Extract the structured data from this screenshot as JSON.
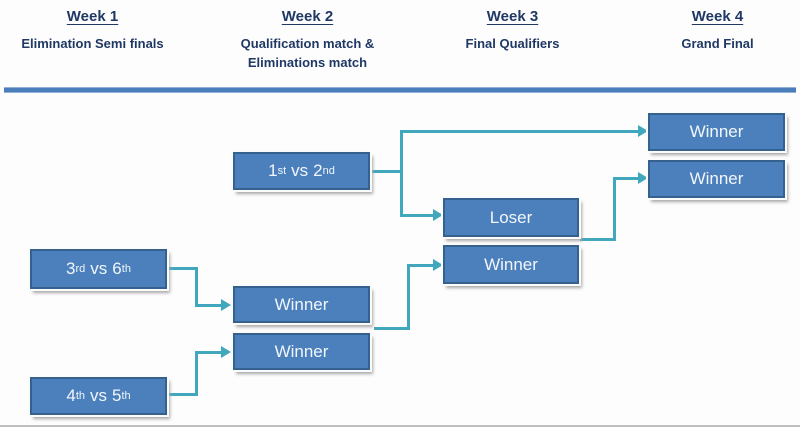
{
  "header": {
    "columns": [
      {
        "title": "Week 1",
        "subtitle": "Elimination Semi finals"
      },
      {
        "title": "Week 2",
        "subtitle": "Qualification match & Eliminations match"
      },
      {
        "title": "Week 3",
        "subtitle": "Final Qualifiers"
      },
      {
        "title": "Week 4",
        "subtitle": "Grand Final"
      }
    ]
  },
  "boxes": {
    "m12": {
      "p1": "1",
      "s1": "st",
      "mid": "vs",
      "p2": "2",
      "s2": "nd"
    },
    "m36": {
      "p1": "3",
      "s1": "rd",
      "mid": "vs",
      "p2": "6",
      "s2": "th"
    },
    "m45": {
      "p1": "4",
      "s1": "th",
      "mid": "vs",
      "p2": "5",
      "s2": "th"
    },
    "w2_winner1": "Winner",
    "w2_winner2": "Winner",
    "w3_loser": "Loser",
    "w3_winner": "Winner",
    "w4_winner1": "Winner",
    "w4_winner2": "Winner"
  },
  "connections": [
    {
      "from": "match-1st-vs-2nd",
      "to": "week4-winner-top"
    },
    {
      "from": "match-1st-vs-2nd",
      "to": "week3-loser"
    },
    {
      "from": "week3-loser-winner-pair",
      "to": "week4-winner-bottom"
    },
    {
      "from": "week2-winner-pair",
      "to": "week3-winner"
    },
    {
      "from": "match-3rd-vs-6th",
      "to": "week2-winner-top"
    },
    {
      "from": "match-4th-vs-5th",
      "to": "week2-winner-bottom"
    }
  ],
  "colors": {
    "box_fill": "#4b80bd",
    "box_border": "#35618f",
    "box_text": "#f2f6fb",
    "connector_teal": "#41a7bc",
    "header_navy": "#1f3864",
    "divider_blue": "#4a7ebb"
  }
}
